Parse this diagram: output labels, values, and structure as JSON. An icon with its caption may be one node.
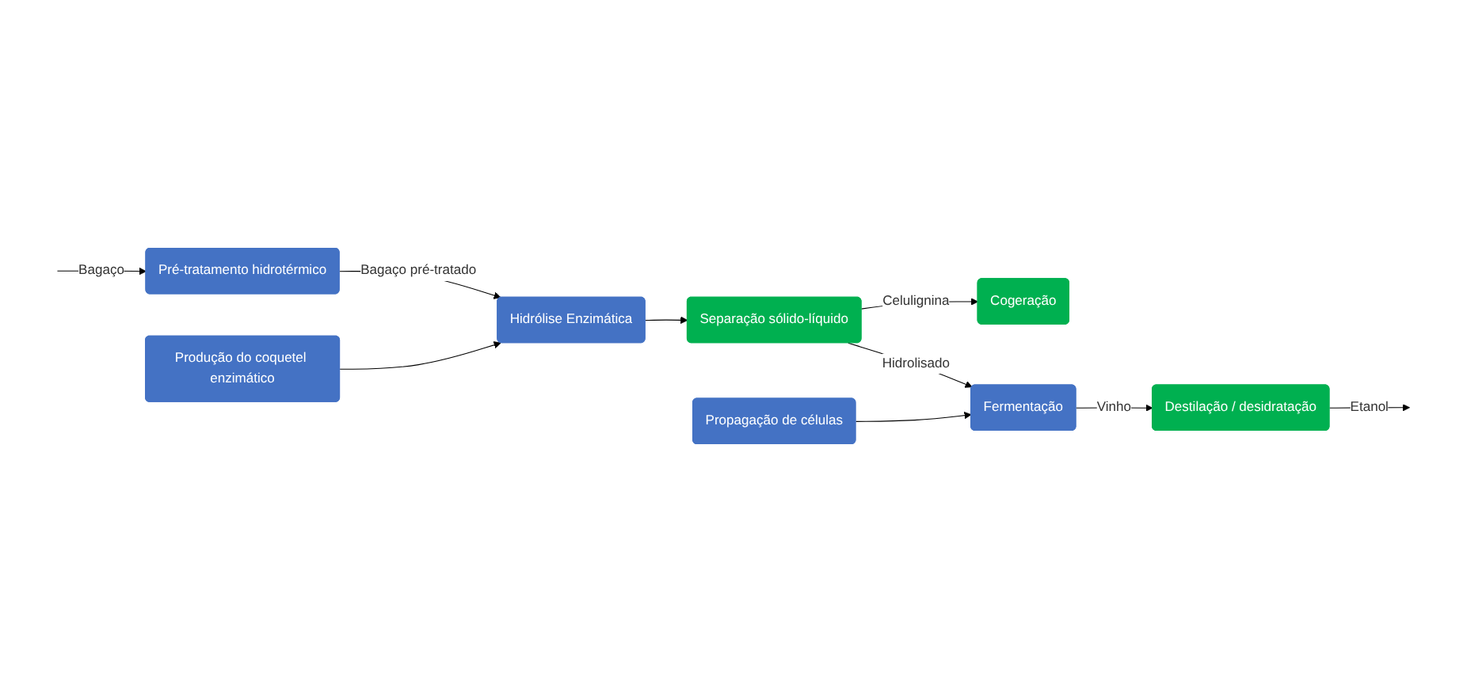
{
  "diagram": {
    "nodes": [
      {
        "text": [
          "Pré-tratamento hidrotérmico"
        ]
      },
      {
        "text": [
          "Produção do coquetel enzimático"
        ]
      },
      {
        "text": [
          "Hidrólise Enzimática"
        ]
      },
      {
        "text": [
          "Separação sólido-líquido"
        ]
      },
      {
        "text": [
          "Cogeração"
        ]
      },
      {
        "text": [
          "Fermentação"
        ]
      },
      {
        "text": [
          "Destilação / desidratação"
        ]
      },
      {
        "text": [
          "Propagação de células"
        ]
      }
    ],
    "edges": [
      {
        "from": null,
        "to": 0,
        "arrow": "to",
        "label": "Bagaço"
      },
      {
        "from": 0,
        "to": 2,
        "arrow": "to",
        "label": "Bagaço pré-tratado"
      },
      {
        "from": 1,
        "to": 2,
        "arrow": "to"
      },
      {
        "from": 2,
        "to": 3,
        "arrow": "to"
      },
      {
        "from": 3,
        "to": 4,
        "arrow": "to",
        "label": "Celulignina"
      },
      {
        "from": 3,
        "to": 5,
        "arrow": "to",
        "label": "Hidrolisado"
      },
      {
        "from": 5,
        "to": 6,
        "arrow": "to",
        "label": "Vinho"
      },
      {
        "from": 7,
        "to": 5,
        "arrow": "to"
      },
      {
        "from": 6,
        "to": null,
        "arrow": "to",
        "label": "Etanol"
      }
    ]
  }
}
